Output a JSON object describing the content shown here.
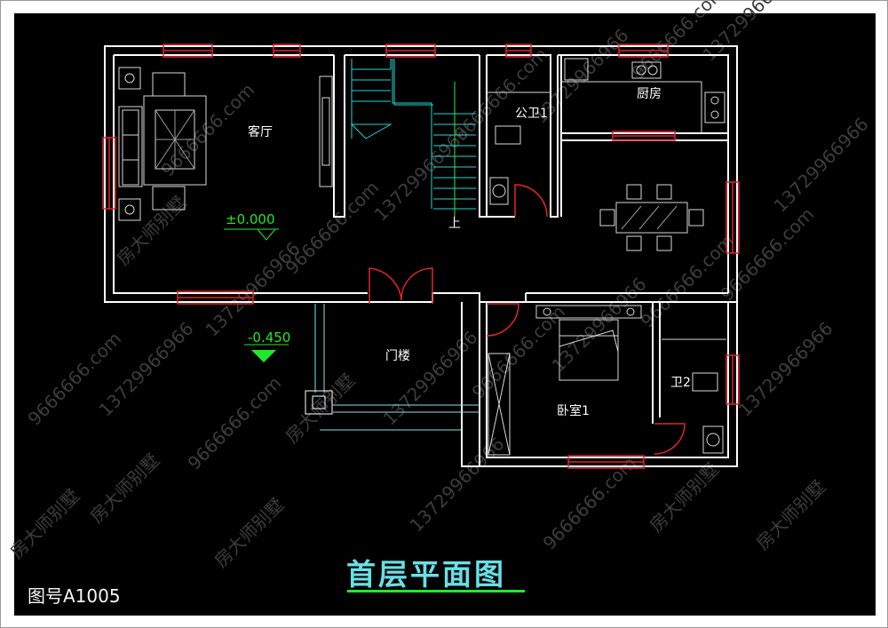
{
  "drawing": {
    "title": "首层平面图",
    "drawing_number": "图号A1005",
    "stair_direction": "上",
    "level_main": "±0.000",
    "level_porch": "-0.450",
    "watermark_brand": "房大师别墅",
    "watermark_phone": "13729966966",
    "watermark_site": "9666666.com"
  },
  "rooms": {
    "living_room": "客厅",
    "public_bathroom": "公卫1",
    "kitchen": "厨房",
    "entry_porch": "门楼",
    "bedroom": "卧室1",
    "bathroom2": "卫2"
  },
  "colors": {
    "background": "#000000",
    "wall": "#ffffff",
    "window": "#e0252b",
    "cyan": "#7fe6ea",
    "furniture": "#d7d7d7",
    "level_marker": "#21e82b",
    "title": "#67e0e6"
  }
}
